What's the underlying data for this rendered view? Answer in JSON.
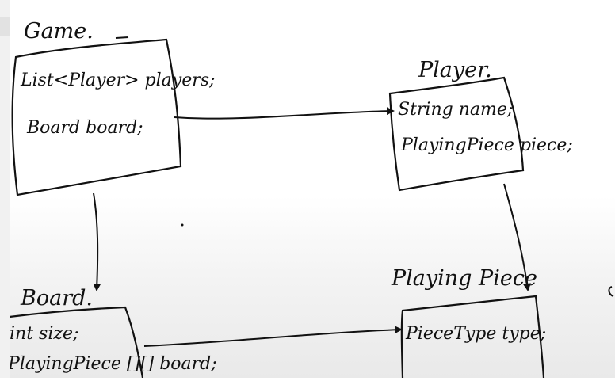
{
  "classes": {
    "game": {
      "title": "Game.",
      "fields": [
        "List<Player> players;",
        "Board board;"
      ]
    },
    "player": {
      "title": "Player.",
      "fields": [
        "String name;",
        "PlayingPiece piece;"
      ]
    },
    "board": {
      "title": "Board.",
      "fields": [
        "int size;",
        "PlayingPiece [][] board;"
      ]
    },
    "piece": {
      "title": "Playing Piece",
      "fields": [
        "PieceType type;"
      ]
    }
  },
  "ink_color": "#111111",
  "background_color": "#ffffff"
}
